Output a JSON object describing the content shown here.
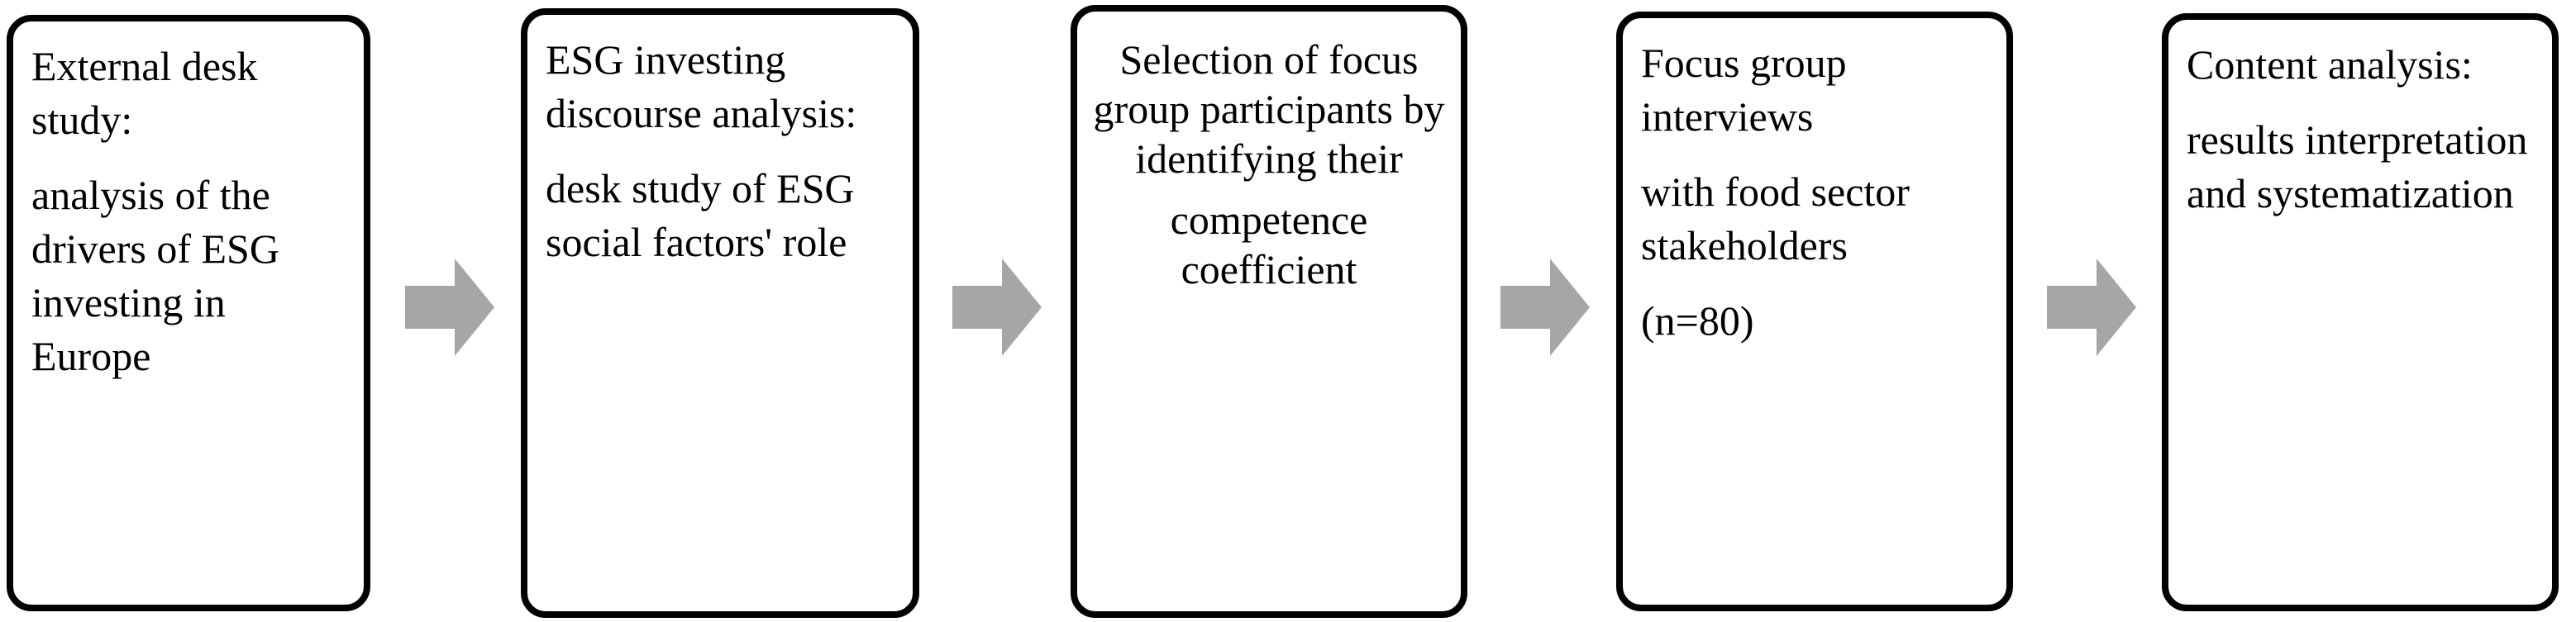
{
  "diagram": {
    "type": "horizontal-process-flow",
    "background_color": "#FFFFFF",
    "box_border_color": "#000000",
    "box_fill_color": "#FFFFFF",
    "arrow_color": "#A6A6A6",
    "text_color": "#000000",
    "step_count": 5,
    "arrow_count": 4,
    "steps": [
      {
        "id": "step-1",
        "heading": "External desk study:",
        "detail": "analysis of the drivers of ESG investing in Europe",
        "align": "left"
      },
      {
        "id": "step-2",
        "heading": "ESG investing discourse analysis:",
        "detail": "desk study of ESG social factors' role",
        "align": "left"
      },
      {
        "id": "step-3",
        "heading": "Selection of focus group participants by identifying their",
        "detail": "competence coefficient",
        "align": "center"
      },
      {
        "id": "step-4",
        "heading": "Focus group interviews",
        "detail": "with food sector stakeholders",
        "extra": "(n=80)",
        "align": "left"
      },
      {
        "id": "step-5",
        "heading": "Content analysis:",
        "detail": "results interpretation and systematization",
        "align": "left"
      }
    ],
    "connectors": [
      {
        "id": "arrow-1",
        "from": "step-1",
        "to": "step-2",
        "icon": "right-block-arrow-icon"
      },
      {
        "id": "arrow-2",
        "from": "step-2",
        "to": "step-3",
        "icon": "right-block-arrow-icon"
      },
      {
        "id": "arrow-3",
        "from": "step-3",
        "to": "step-4",
        "icon": "right-block-arrow-icon"
      },
      {
        "id": "arrow-4",
        "from": "step-4",
        "to": "step-5",
        "icon": "right-block-arrow-icon"
      }
    ]
  }
}
